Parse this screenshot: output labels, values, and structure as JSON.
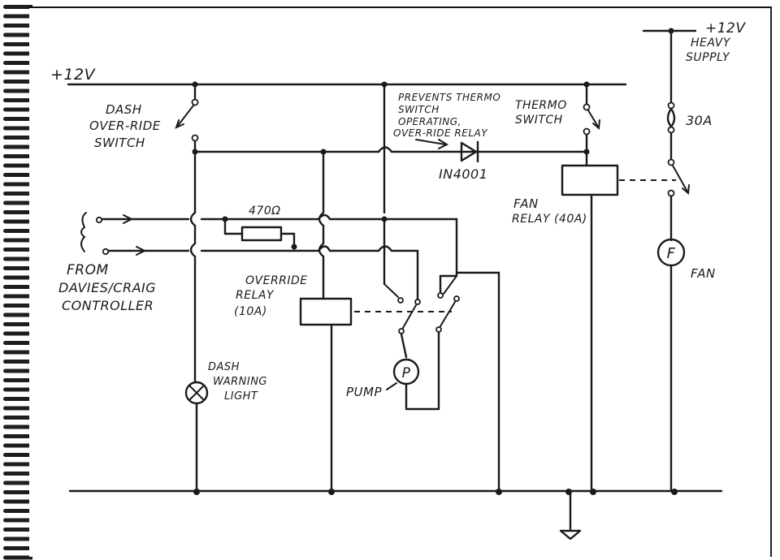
{
  "colors": {
    "ink": "#1a1a1a",
    "paper": "#ffffff",
    "binding": "#2a6fb0"
  },
  "labels": {
    "supply_12v": "+12V",
    "heavy_supply_12v": "+12V",
    "heavy_supply_line1": "HEAVY",
    "heavy_supply_line2": "SUPPLY",
    "dash_override_line1": "DASH",
    "dash_override_line2": "OVER-RIDE",
    "dash_override_line3": "SWITCH",
    "prevents_line1": "PREVENTS THERMO",
    "prevents_line2": "SWITCH",
    "prevents_line3": "OPERATING,",
    "prevents_line4": "OVER-RIDE RELAY",
    "thermo_line1": "THERMO",
    "thermo_line2": "SWITCH",
    "diode_part": "IN4001",
    "fuse_rating": "30A",
    "fan_relay_line1": "FAN",
    "fan_relay_line2": "RELAY (40A)",
    "resistor_value": "470Ω",
    "from_line1": "FROM",
    "from_line2": "DAVIES/CRAIG",
    "from_line3": "CONTROLLER",
    "override_relay_line1": "OVERRIDE",
    "override_relay_line2": "RELAY",
    "override_relay_line3": "(10A)",
    "dash_warning_line1": "DASH",
    "dash_warning_line2": "WARNING",
    "dash_warning_line3": "LIGHT",
    "pump_label": "PUMP",
    "pump_symbol": "P",
    "fan_label": "FAN",
    "fan_symbol": "F"
  }
}
